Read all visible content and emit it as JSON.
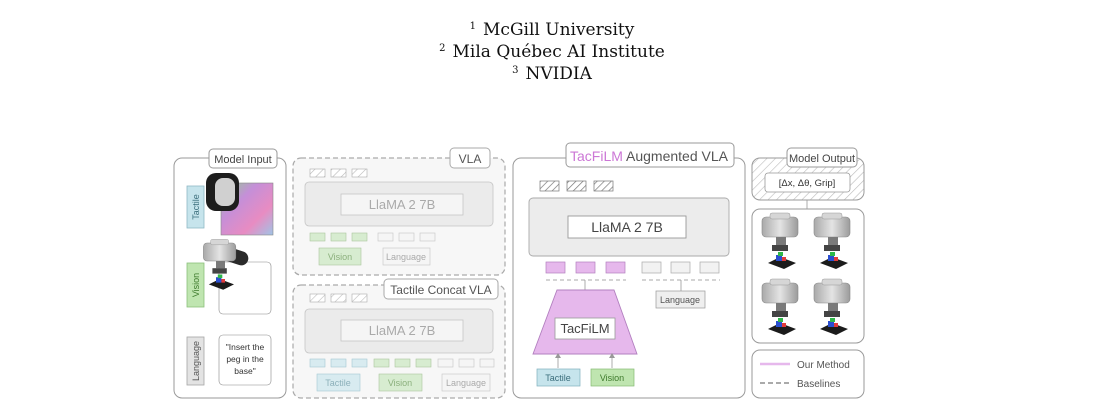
{
  "affiliations": [
    {
      "marker": "1",
      "name": "McGill University"
    },
    {
      "marker": "2",
      "name": "Mila Québec AI Institute"
    },
    {
      "marker": "3",
      "name": "NVIDIA"
    }
  ],
  "figure": {
    "model_input": {
      "title": "Model Input",
      "tactile_label": "Tactile",
      "vision_label": "Vision",
      "language_label": "Language",
      "instruction": [
        "\"Insert the",
        "peg in the",
        "base\""
      ]
    },
    "vla": {
      "title": "VLA",
      "backbone": "LlaMA 2 7B",
      "vision_tokens": "Vision",
      "language_tokens": "Language"
    },
    "tactile_concat": {
      "title": "Tactile Concat VLA",
      "backbone": "LlaMA 2 7B",
      "tactile_tokens": "Tactile",
      "vision_tokens": "Vision",
      "language_tokens": "Language"
    },
    "tacfilm": {
      "title_accent": "TacFiLM",
      "title_rest": " Augmented VLA",
      "backbone": "LlaMA 2 7B",
      "module": "TacFiLM",
      "tactile_input": "Tactile",
      "vision_input": "Vision",
      "language_tokens": "Language"
    },
    "model_output": {
      "title": "Model Output",
      "action": "[Δx, Δθ, Grip]"
    },
    "legend": {
      "ours": "Our Method",
      "baselines": "Baselines"
    }
  },
  "colors": {
    "tacfilm_purple": "#e6b8ec",
    "tacfilm_text": "#cc77d6",
    "vision_green": "#bfe5b0",
    "tactile_blue": "#c6e4ec",
    "language_gray": "#efefef",
    "panel_gray": "#ececec"
  }
}
